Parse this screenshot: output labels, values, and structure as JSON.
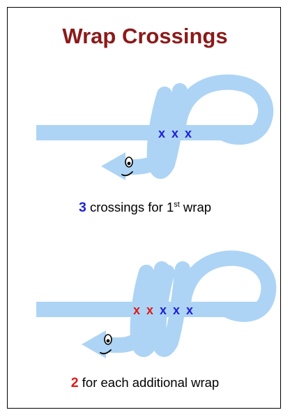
{
  "title": "Wrap Crossings",
  "colors": {
    "title": "#8b1a1a",
    "rope": "#add4f5",
    "blue_mark": "#1f1fd8",
    "red_mark": "#e01a1a",
    "number_blue": "#1f1fd8",
    "number_red": "#e01a1a"
  },
  "panel1": {
    "marks": [
      "x",
      "x",
      "x"
    ],
    "mark_colors": [
      "blue",
      "blue",
      "blue"
    ],
    "caption": {
      "number": "3",
      "text_before_sup": "crossings for 1",
      "sup": "st",
      "text_after_sup": " wrap"
    }
  },
  "panel2": {
    "marks": [
      "x",
      "x",
      "x",
      "x",
      "x"
    ],
    "mark_colors": [
      "red",
      "red",
      "blue",
      "blue",
      "blue"
    ],
    "caption": {
      "number": "2",
      "text": "for each additional wrap"
    }
  }
}
